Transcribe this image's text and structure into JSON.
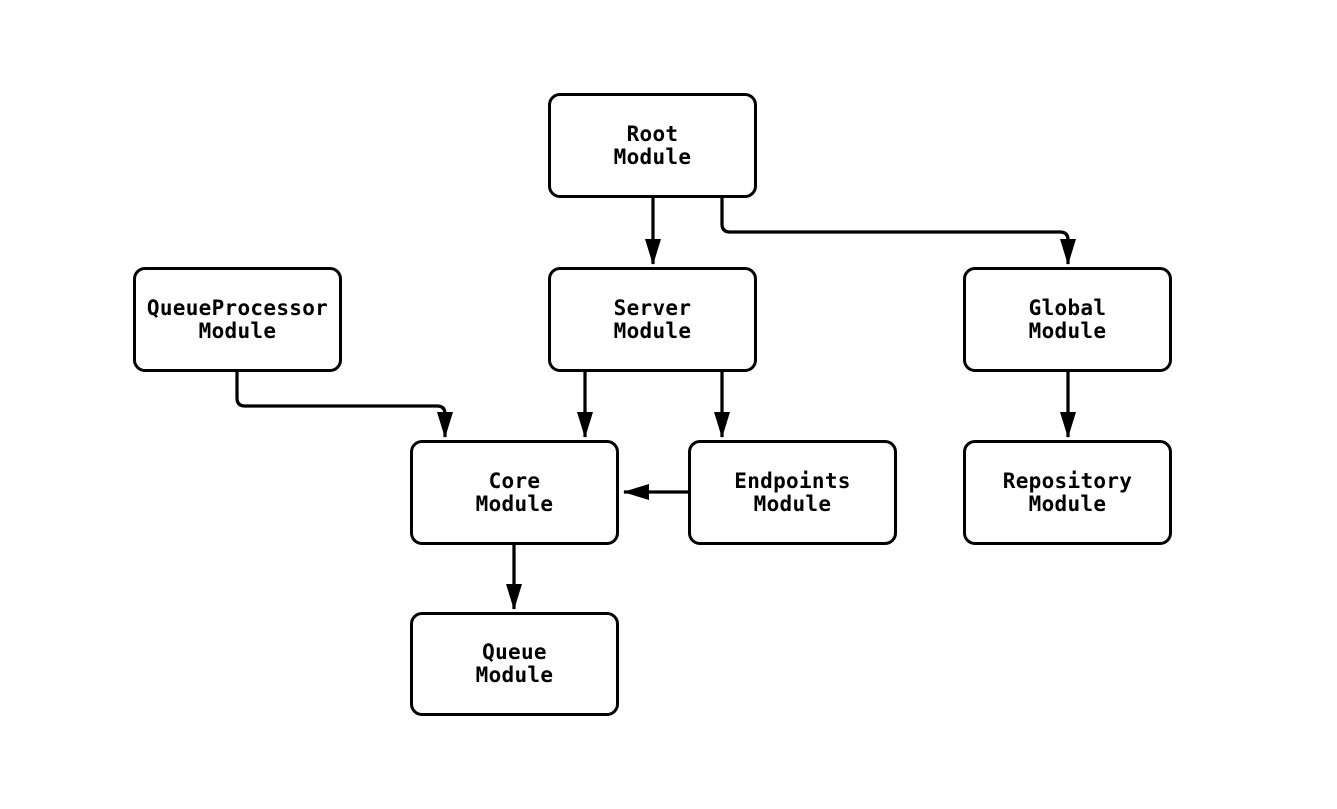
{
  "diagram": {
    "type": "module-dependency-flowchart",
    "background_color": "#ffffff",
    "node_fill_color": "#ffffff",
    "node_border_color": "#000000",
    "edge_color": "#000000",
    "text_color": "#000000",
    "nodes": [
      {
        "id": "root",
        "label": "Root\nModule"
      },
      {
        "id": "server",
        "label": "Server\nModule"
      },
      {
        "id": "queueprocessor",
        "label": "QueueProcessor\nModule"
      },
      {
        "id": "global",
        "label": "Global\nModule"
      },
      {
        "id": "core",
        "label": "Core\nModule"
      },
      {
        "id": "endpoints",
        "label": "Endpoints\nModule"
      },
      {
        "id": "repository",
        "label": "Repository\nModule"
      },
      {
        "id": "queue",
        "label": "Queue\nModule"
      }
    ],
    "edges": [
      {
        "from": "root",
        "to": "server"
      },
      {
        "from": "root",
        "to": "global"
      },
      {
        "from": "queueprocessor",
        "to": "core"
      },
      {
        "from": "server",
        "to": "core"
      },
      {
        "from": "server",
        "to": "endpoints"
      },
      {
        "from": "endpoints",
        "to": "core"
      },
      {
        "from": "global",
        "to": "repository"
      },
      {
        "from": "core",
        "to": "queue"
      }
    ]
  }
}
